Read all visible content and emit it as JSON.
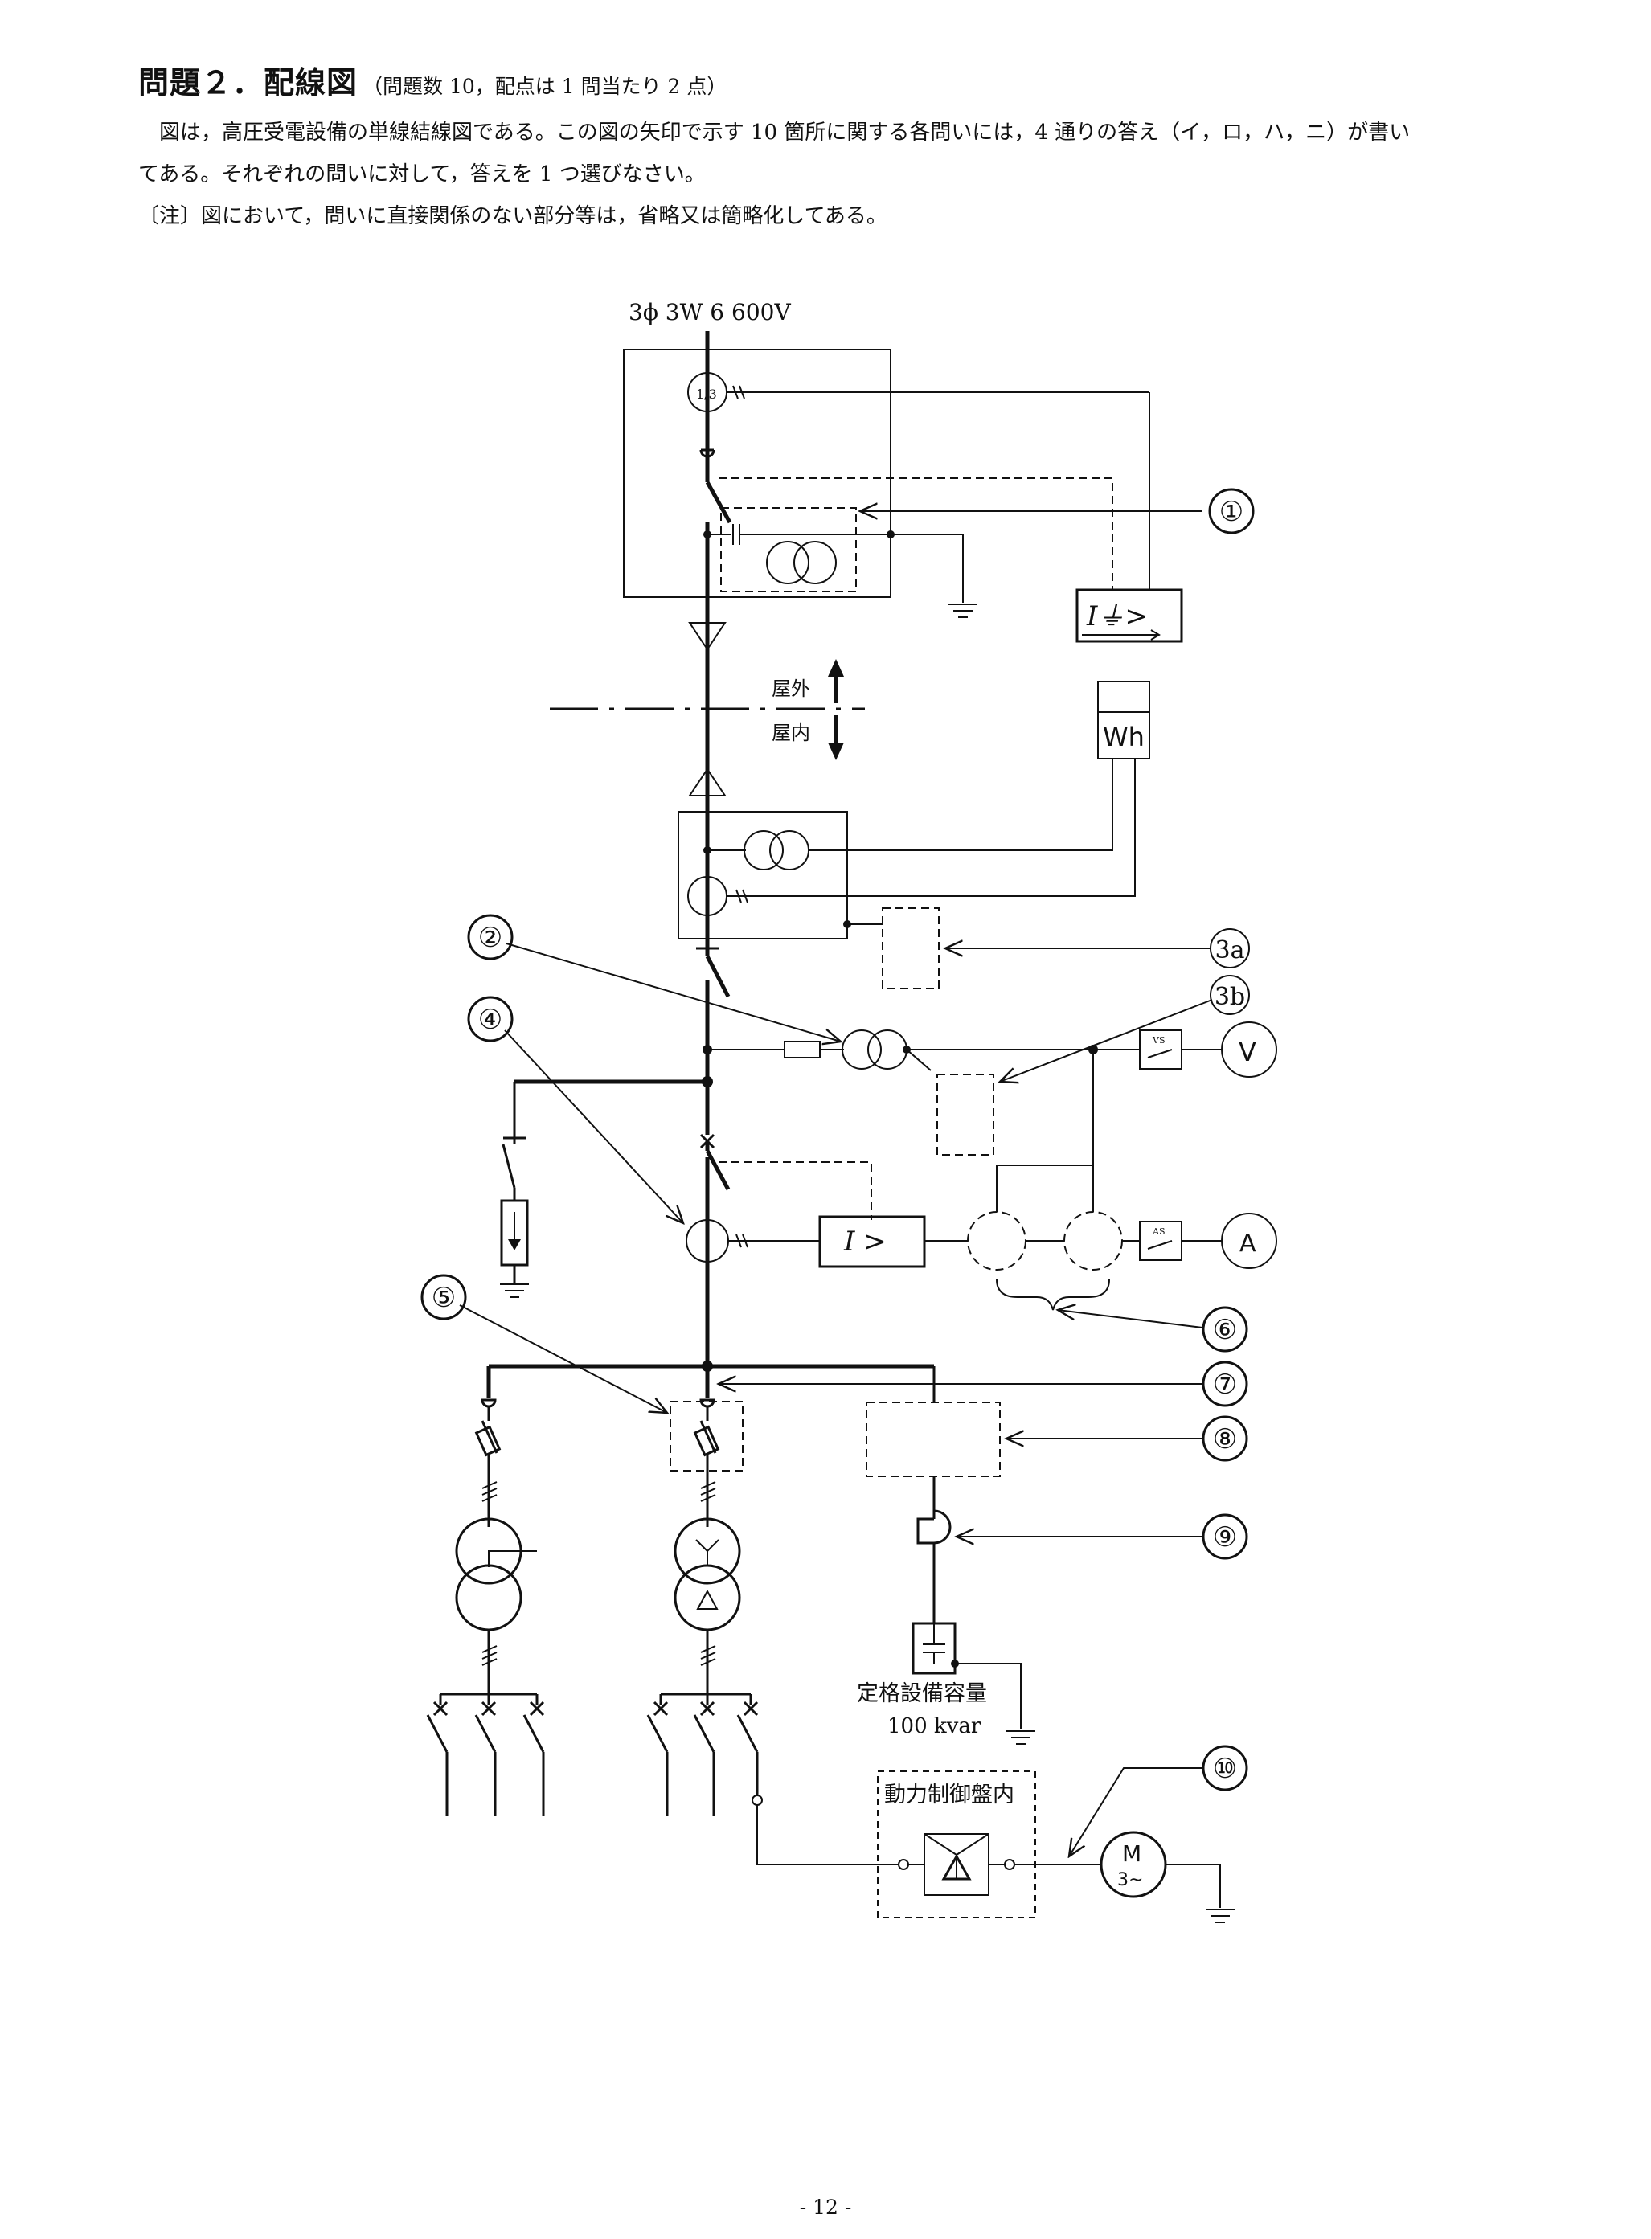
{
  "header": {
    "title": "問題２．配線図",
    "subtitle": "（問題数 10，配点は 1 問当たり 2 点）",
    "line1": "図は，高圧受電設備の単線結線図である。この図の矢印で示す 10 箇所に関する各問いには，4 通りの答え（イ，ロ，ハ，ニ）が書い",
    "line2": "てある。それぞれの問いに対して，答えを 1 つ選びなさい。",
    "note": "〔注〕図において，問いに直接関係のない部分等は，省略又は簡略化してある。"
  },
  "diagram": {
    "supply_label": "3ϕ 3W  6 600V",
    "outdoor_label": "屋外",
    "indoor_label": "屋内",
    "ratio_label": "1/3",
    "relay_gr_label": "I⏚>",
    "relay_oc_label": "I >",
    "wh_label": "Wh",
    "voltmeter_label": "V",
    "ammeter_label": "A",
    "vs_label": "VS",
    "as_label": "AS",
    "motor_label": "M",
    "motor_phase_label": "3~",
    "capacitor_caption": "定格設備容量",
    "capacitor_rating": "100 kvar",
    "control_panel_label": "動力制御盤内",
    "callouts": [
      "①",
      "②",
      "3a",
      "3b",
      "④",
      "⑤",
      "⑥",
      "⑦",
      "⑧",
      "⑨",
      "⑩"
    ]
  },
  "footer": {
    "page_number": "- 12 -"
  }
}
